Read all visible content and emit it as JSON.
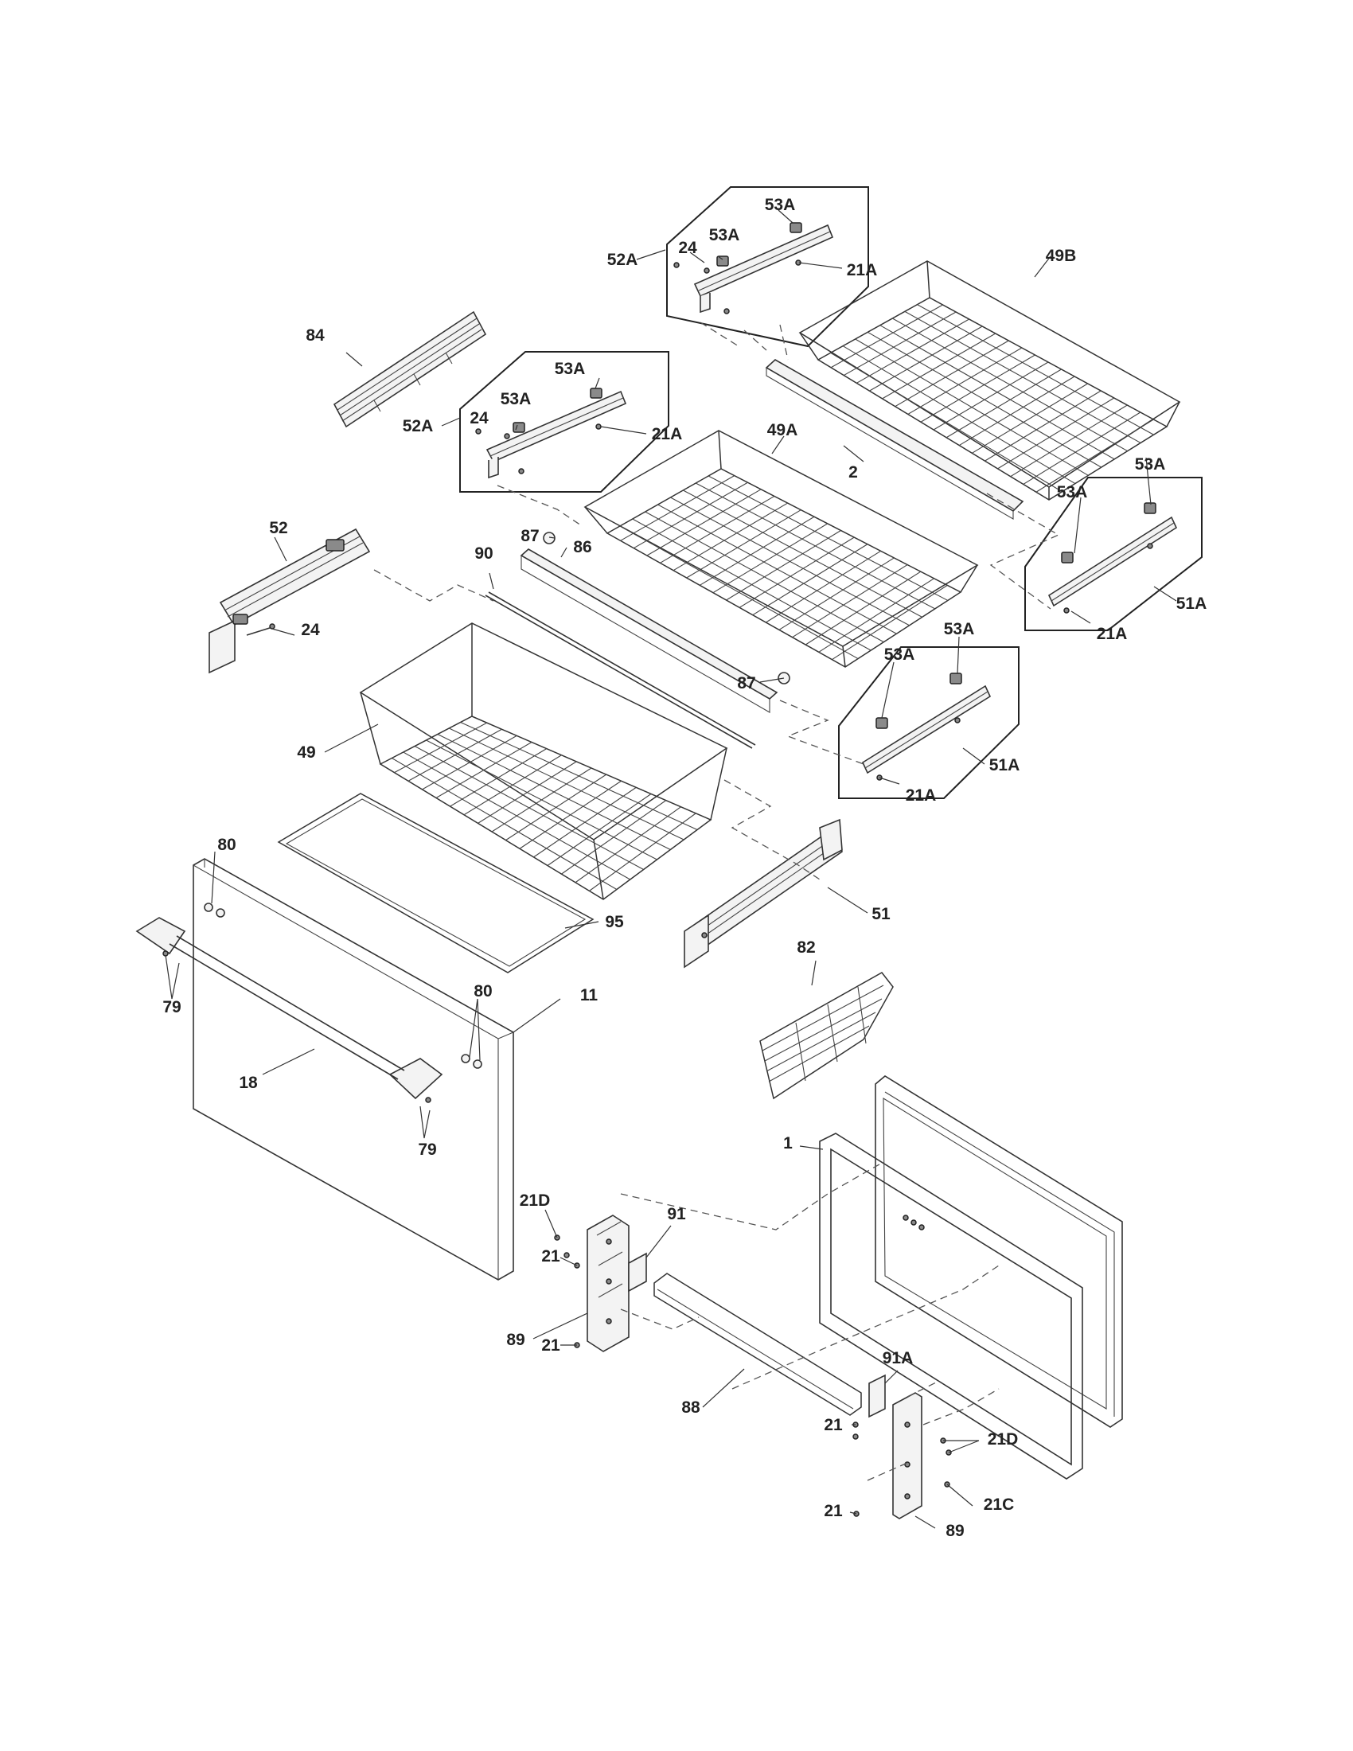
{
  "labels": [
    {
      "id": "l53a-1",
      "text": "53A"
    },
    {
      "id": "l24-1",
      "text": "24"
    },
    {
      "id": "l53a-2",
      "text": "53A"
    },
    {
      "id": "l52a-1",
      "text": "52A"
    },
    {
      "id": "l21a-1",
      "text": "21A"
    },
    {
      "id": "l49b",
      "text": "49B"
    },
    {
      "id": "l84",
      "text": "84"
    },
    {
      "id": "l53a-3",
      "text": "53A"
    },
    {
      "id": "l53a-4",
      "text": "53A"
    },
    {
      "id": "l24-2",
      "text": "24"
    },
    {
      "id": "l52a-2",
      "text": "52A"
    },
    {
      "id": "l21a-2",
      "text": "21A"
    },
    {
      "id": "l49a",
      "text": "49A"
    },
    {
      "id": "l2",
      "text": "2"
    },
    {
      "id": "l53a-5",
      "text": "53A"
    },
    {
      "id": "l53a-6",
      "text": "53A"
    },
    {
      "id": "l52",
      "text": "52"
    },
    {
      "id": "l87-1",
      "text": "87"
    },
    {
      "id": "l86",
      "text": "86"
    },
    {
      "id": "l90",
      "text": "90"
    },
    {
      "id": "l51a-1",
      "text": "51A"
    },
    {
      "id": "l21a-3",
      "text": "21A"
    },
    {
      "id": "l24-3",
      "text": "24"
    },
    {
      "id": "l53a-7",
      "text": "53A"
    },
    {
      "id": "l53a-8",
      "text": "53A"
    },
    {
      "id": "l87-2",
      "text": "87"
    },
    {
      "id": "l49",
      "text": "49"
    },
    {
      "id": "l51a-2",
      "text": "51A"
    },
    {
      "id": "l21a-4",
      "text": "21A"
    },
    {
      "id": "l80-1",
      "text": "80"
    },
    {
      "id": "l51",
      "text": "51"
    },
    {
      "id": "l95",
      "text": "95"
    },
    {
      "id": "l82",
      "text": "82"
    },
    {
      "id": "l79-1",
      "text": "79"
    },
    {
      "id": "l80-2",
      "text": "80"
    },
    {
      "id": "l11",
      "text": "11"
    },
    {
      "id": "l18",
      "text": "18"
    },
    {
      "id": "l79-2",
      "text": "79"
    },
    {
      "id": "l1",
      "text": "1"
    },
    {
      "id": "l21d-1",
      "text": "21D"
    },
    {
      "id": "l91",
      "text": "91"
    },
    {
      "id": "l21-1",
      "text": "21"
    },
    {
      "id": "l89-1",
      "text": "89"
    },
    {
      "id": "l21-2",
      "text": "21"
    },
    {
      "id": "l91a",
      "text": "91A"
    },
    {
      "id": "l88",
      "text": "88"
    },
    {
      "id": "l21-3",
      "text": "21"
    },
    {
      "id": "l21d-2",
      "text": "21D"
    },
    {
      "id": "l21-4",
      "text": "21"
    },
    {
      "id": "l21c",
      "text": "21C"
    },
    {
      "id": "l89-2",
      "text": "89"
    }
  ]
}
